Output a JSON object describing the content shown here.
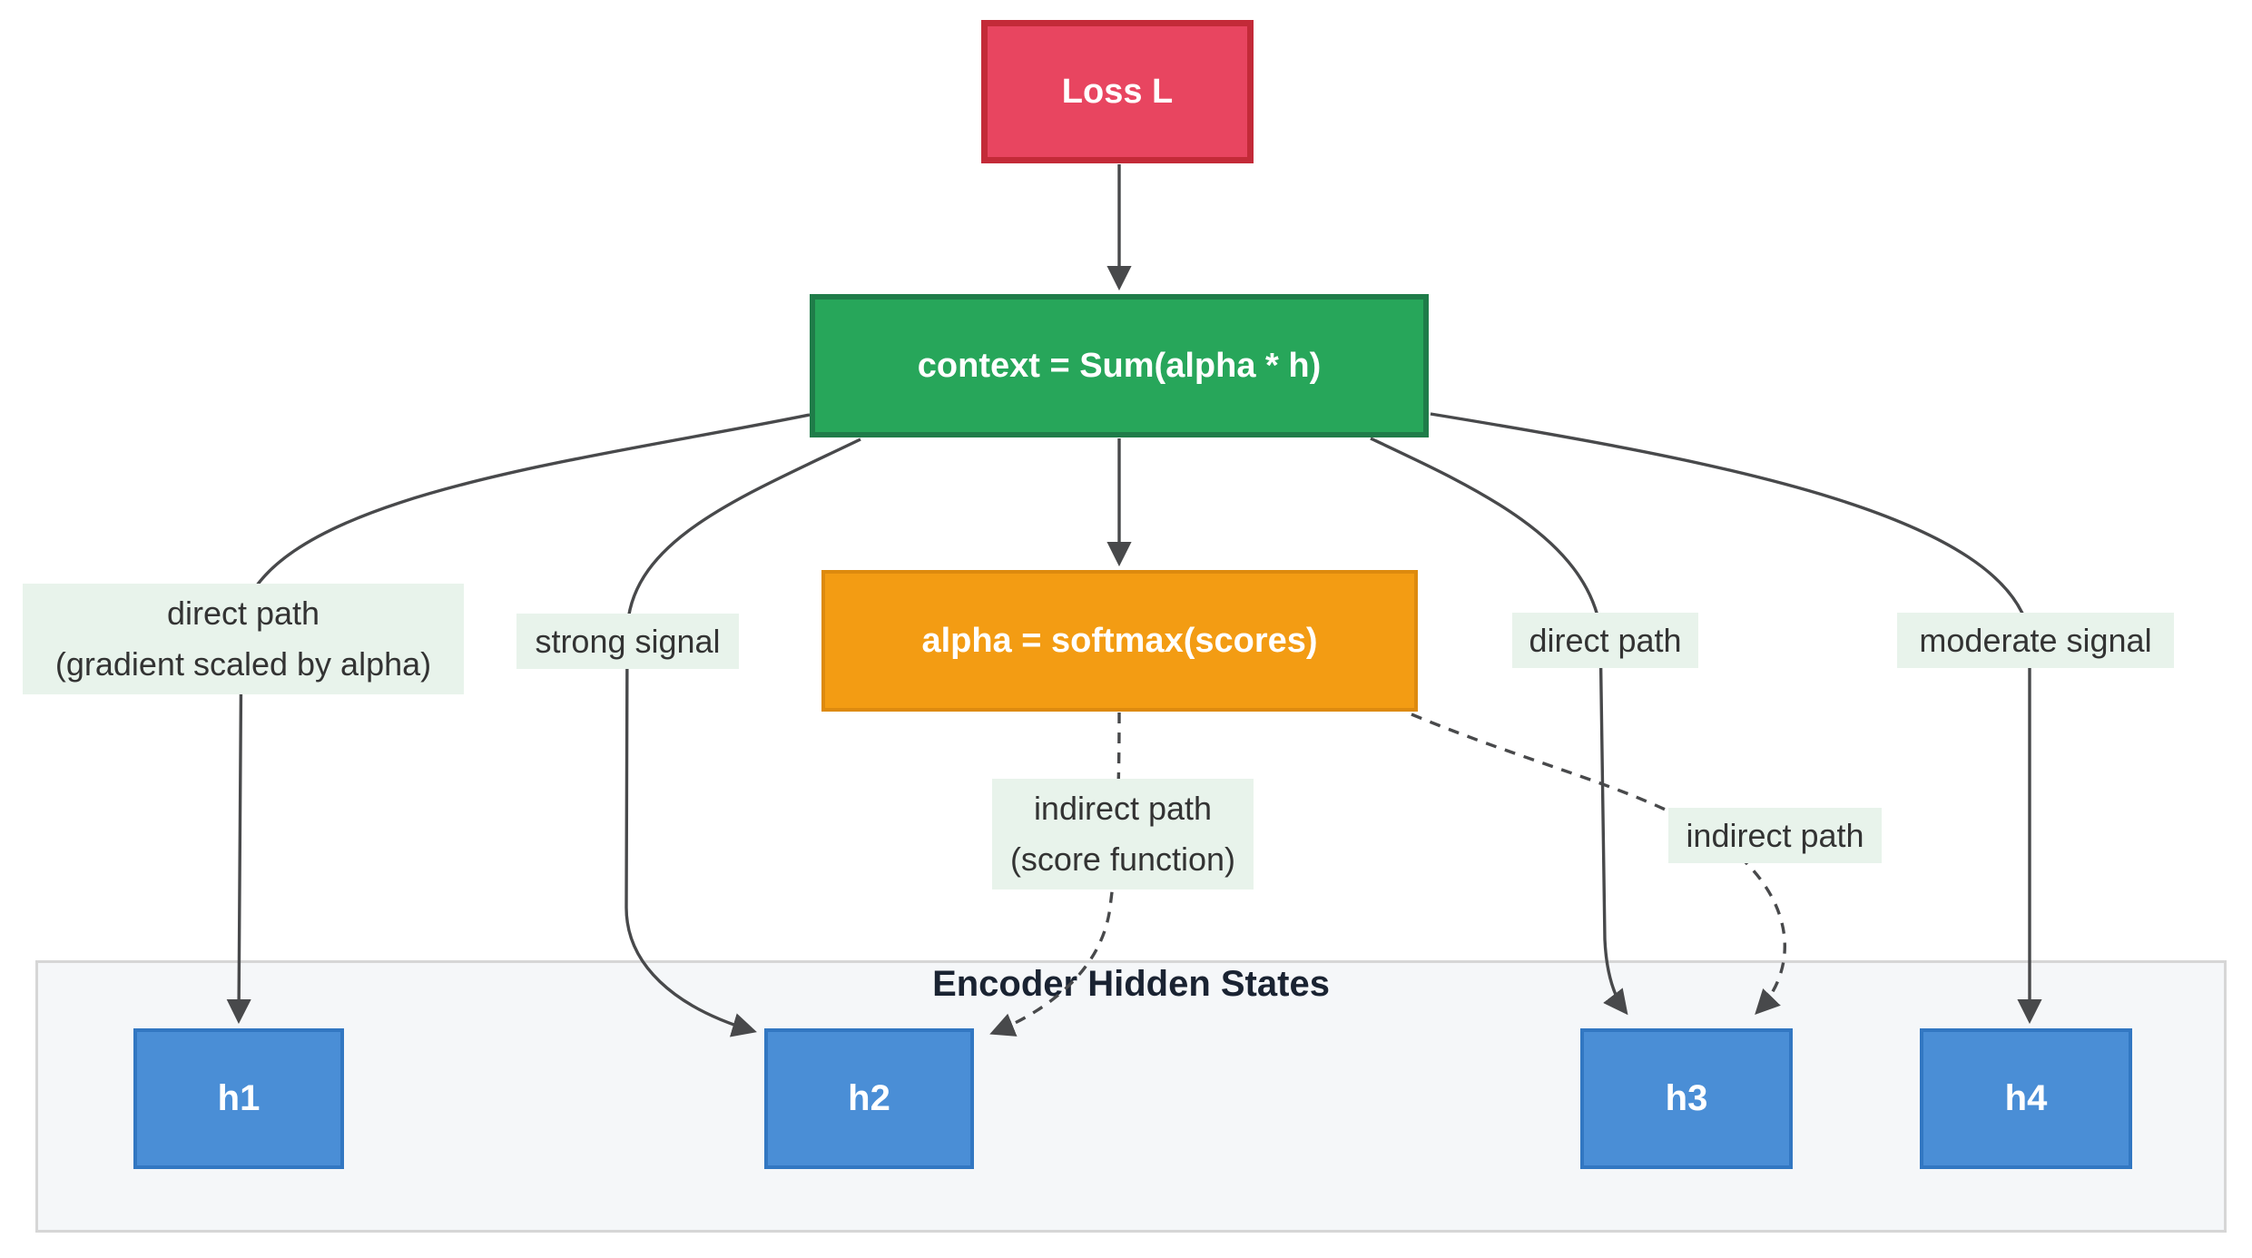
{
  "diagram": {
    "type": "flowchart",
    "direction": "top-down",
    "nodes": {
      "loss": {
        "label": "Loss L"
      },
      "context": {
        "label": "context = Sum(alpha * h)"
      },
      "alpha": {
        "label": "alpha = softmax(scores)"
      },
      "h1": {
        "label": "h1"
      },
      "h2": {
        "label": "h2"
      },
      "h3": {
        "label": "h3"
      },
      "h4": {
        "label": "h4"
      }
    },
    "subgraph": {
      "title": "Encoder Hidden States",
      "members": [
        "h1",
        "h2",
        "h3",
        "h4"
      ]
    },
    "edges": [
      {
        "from": "loss",
        "to": "context",
        "style": "solid",
        "label_lines": []
      },
      {
        "from": "context",
        "to": "alpha",
        "style": "solid",
        "label_lines": []
      },
      {
        "from": "context",
        "to": "h1",
        "style": "solid",
        "label_lines": [
          "direct path",
          "(gradient scaled by alpha)"
        ]
      },
      {
        "from": "context",
        "to": "h2",
        "style": "solid",
        "label_lines": [
          "strong signal"
        ]
      },
      {
        "from": "context",
        "to": "h3",
        "style": "solid",
        "label_lines": [
          "direct path"
        ]
      },
      {
        "from": "context",
        "to": "h4",
        "style": "solid",
        "label_lines": [
          "moderate signal"
        ]
      },
      {
        "from": "alpha",
        "to": "h2",
        "style": "dashed",
        "label_lines": [
          "indirect path",
          "(score function)"
        ]
      },
      {
        "from": "alpha",
        "to": "h3",
        "style": "dashed",
        "label_lines": [
          "indirect path"
        ]
      }
    ]
  },
  "colors": {
    "canvas_bg": "#ffffff",
    "loss_fill": "#e84560",
    "loss_border": "#c32a38",
    "context_fill": "#27a65a",
    "context_border": "#1f7c49",
    "alpha_fill": "#f39c13",
    "alpha_border": "#dd8a0e",
    "hidden_fill": "#4a8ed6",
    "hidden_border": "#3277c2",
    "node_text": "#ffffff",
    "edge_color": "#48494b",
    "edge_label_bg": "#e8f3eb",
    "edge_label_text": "#333333",
    "container_bg": "#f5f7f9",
    "container_border": "#d6d6d6",
    "container_title": "#1a2332"
  }
}
